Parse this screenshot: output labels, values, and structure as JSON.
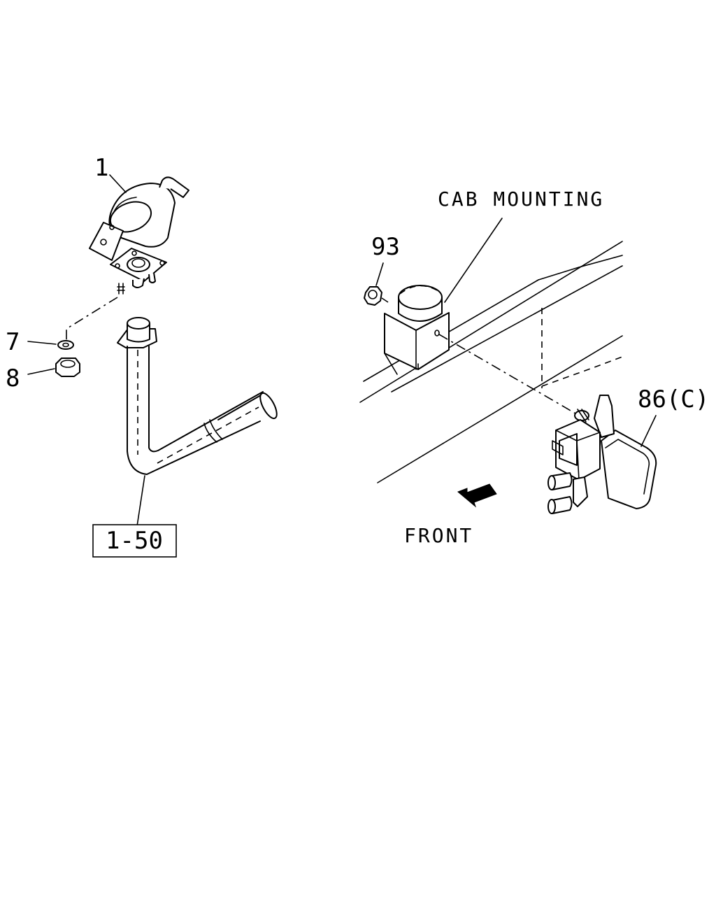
{
  "callouts": {
    "part_1": "1",
    "part_7": "7",
    "part_8": "8",
    "part_93": "93",
    "part_86c": "86(C)",
    "ref_box": "1-50"
  },
  "labels": {
    "cab_mounting": "CAB MOUNTING",
    "front": "FRONT"
  },
  "colors": {
    "line": "#000000",
    "background": "#ffffff"
  }
}
